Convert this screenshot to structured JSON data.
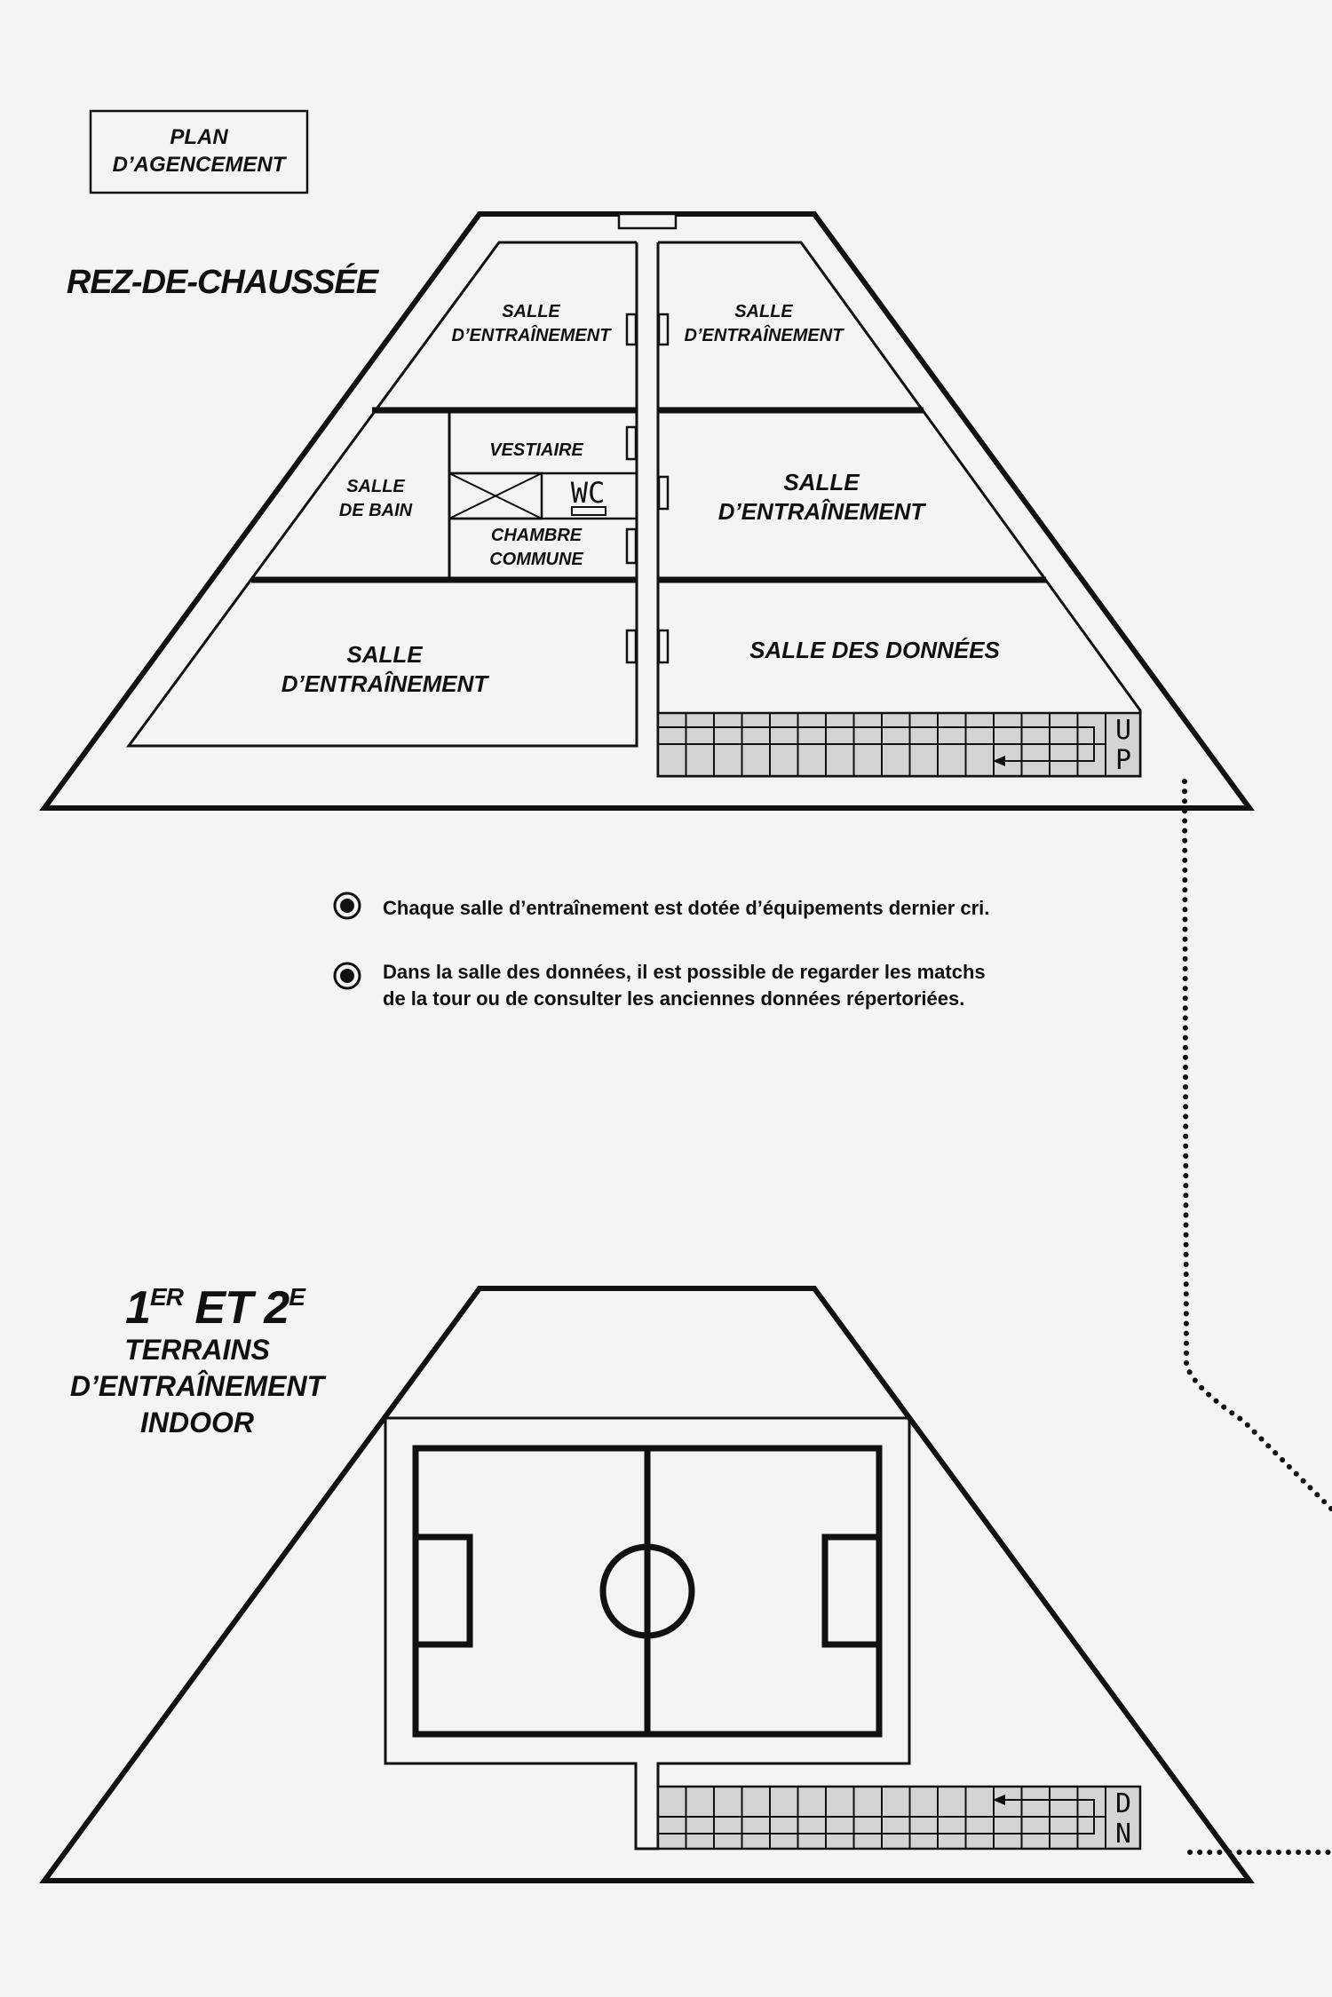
{
  "header_box": {
    "line1": "PLAN",
    "line2": "D’AGENCEMENT"
  },
  "ground_floor": {
    "title": "REZ-DE-CHAUSSÉE",
    "rooms": {
      "training_top_left": [
        "SALLE",
        "D’ENTRAÎNEMENT"
      ],
      "training_top_right": [
        "SALLE",
        "D’ENTRAÎNEMENT"
      ],
      "bathroom": [
        "SALLE",
        "DE BAIN"
      ],
      "locker_room": "VESTIAIRE",
      "wc": "WC",
      "common_room": [
        "CHAMBRE",
        "COMMUNE"
      ],
      "training_mid_right": [
        "SALLE",
        "D’ENTRAÎNEMENT"
      ],
      "training_bottom_left": [
        "SALLE",
        "D’ENTRAÎNEMENT"
      ],
      "data_room": "SALLE DES DONNÉES"
    },
    "stairs_label": [
      "U",
      "P"
    ]
  },
  "notes": [
    {
      "bullet_icon": "target-bullet-icon",
      "lines": [
        "Chaque salle d’entraînement est dotée d’équipements dernier cri."
      ]
    },
    {
      "bullet_icon": "target-bullet-icon",
      "lines": [
        "Dans la salle des données, il est possible de regarder les matchs",
        "de la tour ou de consulter les anciennes données répertoriées."
      ]
    }
  ],
  "upper_floors": {
    "title_number_1": "1",
    "title_sup_1": "ER",
    "title_connector": " ET ",
    "title_number_2": "2",
    "title_sup_2": "E",
    "subtitle": [
      "TERRAINS",
      "D’ENTRAÎNEMENT",
      "INDOOR"
    ],
    "stairs_label": [
      "D",
      "N"
    ]
  },
  "colors": {
    "ink": "#111111",
    "paper": "#f4f4f4",
    "stairs_fill": "#d4d4d4"
  }
}
